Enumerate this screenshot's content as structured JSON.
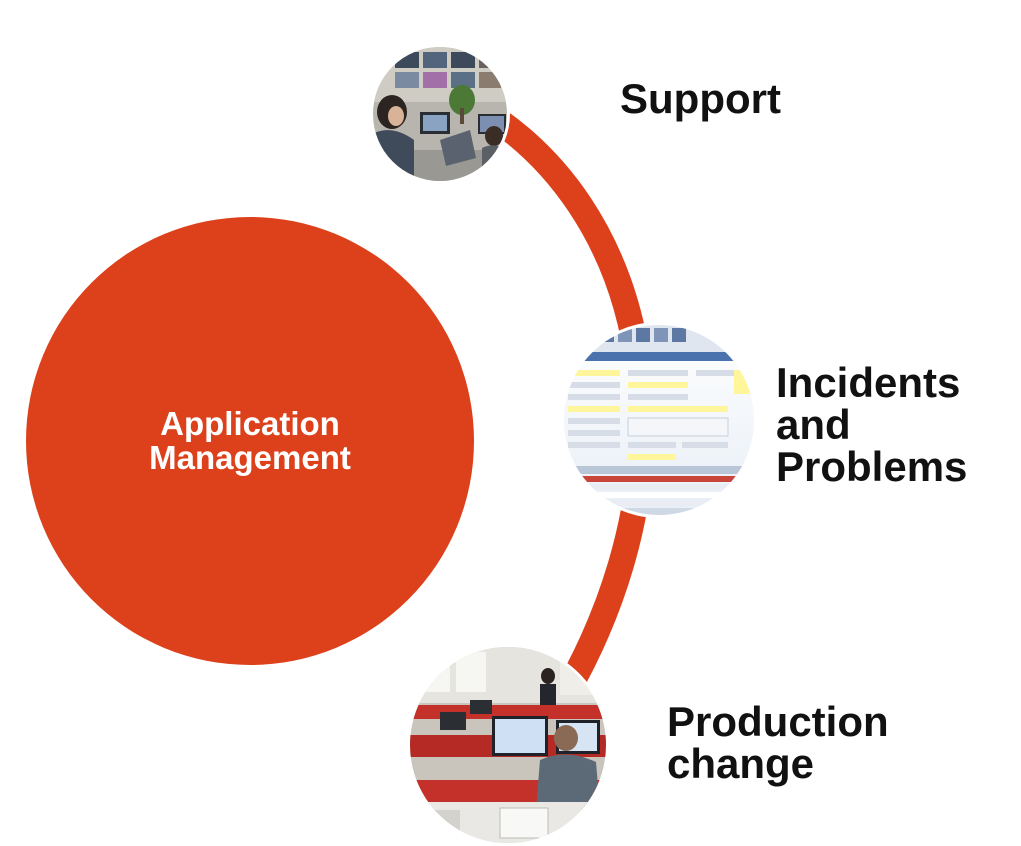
{
  "colors": {
    "accent": "#dd411c",
    "text": "#111111",
    "center_text": "#ffffff"
  },
  "center": {
    "line1": "Application",
    "line2": "Management"
  },
  "nodes": {
    "support": {
      "line1": "Support",
      "image_icon": "operations-room-photo"
    },
    "incidents": {
      "line1": "Incidents",
      "line2": "and",
      "line3": "Problems",
      "image_icon": "ticketing-software-screenshot"
    },
    "production": {
      "line1": "Production",
      "line2": "change",
      "image_icon": "open-office-workstations-photo"
    }
  }
}
